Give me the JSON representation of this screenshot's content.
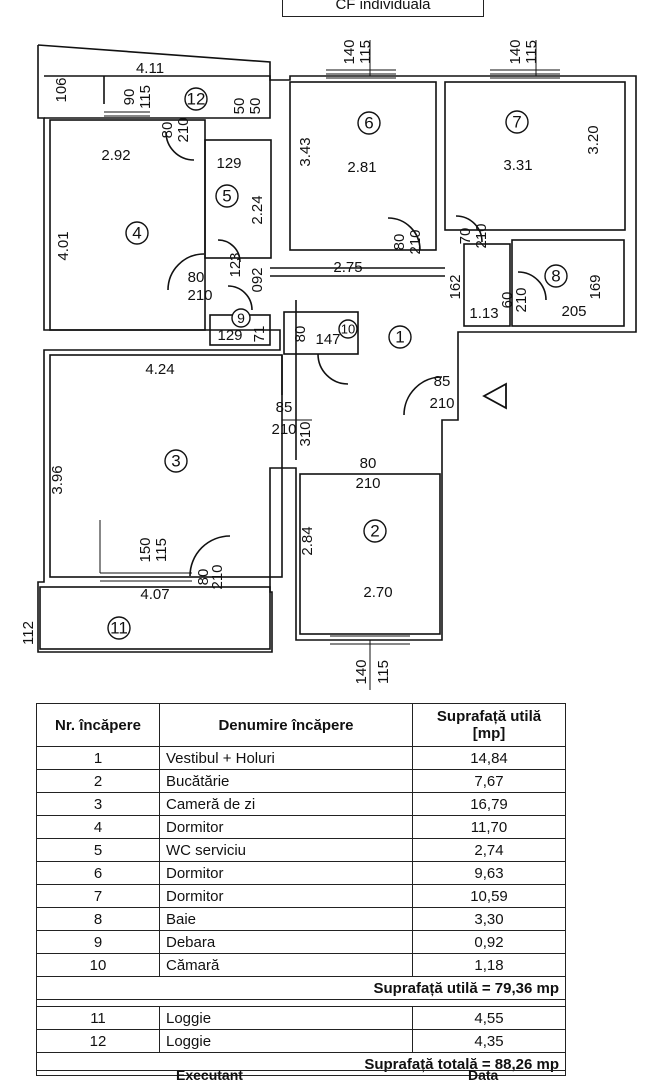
{
  "header_tab": "CF individuala",
  "dimensions": {
    "d411": "4.11",
    "d106": "106",
    "d90": "90",
    "d115a": "115",
    "d50a": "50",
    "d50b": "50",
    "d80a": "80",
    "d210a": "210",
    "d292": "2.92",
    "d129a": "129",
    "d224": "2.24",
    "d401": "4.01",
    "d140a": "140",
    "d115b": "115",
    "d343": "3.43",
    "d281": "2.81",
    "d140b": "140",
    "d115c": "115",
    "d320": "3.20",
    "d331": "3.31",
    "d80b": "80",
    "d210b": "210",
    "d70": "70",
    "d210c": "210",
    "d123": "123",
    "d092": "092",
    "d275": "2.75",
    "d162": "162",
    "d169": "169",
    "d113": "1.13",
    "d60": "60",
    "d210d": "210",
    "d205": "205",
    "d80c": "80",
    "d210e": "210",
    "d129b": "129",
    "d71": "71",
    "d80d": "80",
    "d147": "147",
    "d424": "4.24",
    "d85a": "85",
    "d210f": "210",
    "d310": "310",
    "d85b": "85",
    "d210g": "210",
    "d396": "3.96",
    "d80e": "80",
    "d210h": "210",
    "d284": "2.84",
    "d150": "150",
    "d115d": "115",
    "d80f": "80",
    "d210i": "210",
    "d407": "4.07",
    "d270": "2.70",
    "d112": "112",
    "d140c": "140",
    "d115e": "115"
  },
  "room_numbers": [
    "1",
    "2",
    "3",
    "4",
    "5",
    "6",
    "7",
    "8",
    "9",
    "10",
    "11",
    "12"
  ],
  "table": {
    "headers": [
      "Nr. încăpere",
      "Denumire încăpere",
      "Suprafață utilă [mp]"
    ],
    "rows": [
      [
        "1",
        "Vestibul + Holuri",
        "14,84"
      ],
      [
        "2",
        "Bucătărie",
        "7,67"
      ],
      [
        "3",
        "Cameră de zi",
        "16,79"
      ],
      [
        "4",
        "Dormitor",
        "11,70"
      ],
      [
        "5",
        "WC serviciu",
        "2,74"
      ],
      [
        "6",
        "Dormitor",
        "9,63"
      ],
      [
        "7",
        "Dormitor",
        "10,59"
      ],
      [
        "8",
        "Baie",
        "3,30"
      ],
      [
        "9",
        "Debara",
        "0,92"
      ],
      [
        "10",
        "Cămară",
        "1,18"
      ]
    ],
    "useful_total": "Suprafață utilă = 79,36 mp",
    "loggia_rows": [
      [
        "11",
        "Loggie",
        "4,55"
      ],
      [
        "12",
        "Loggie",
        "4,35"
      ]
    ],
    "grand_total": "Suprafață totală = 88,26 mp"
  },
  "footer": {
    "executant": "Executant",
    "data": "Data"
  }
}
